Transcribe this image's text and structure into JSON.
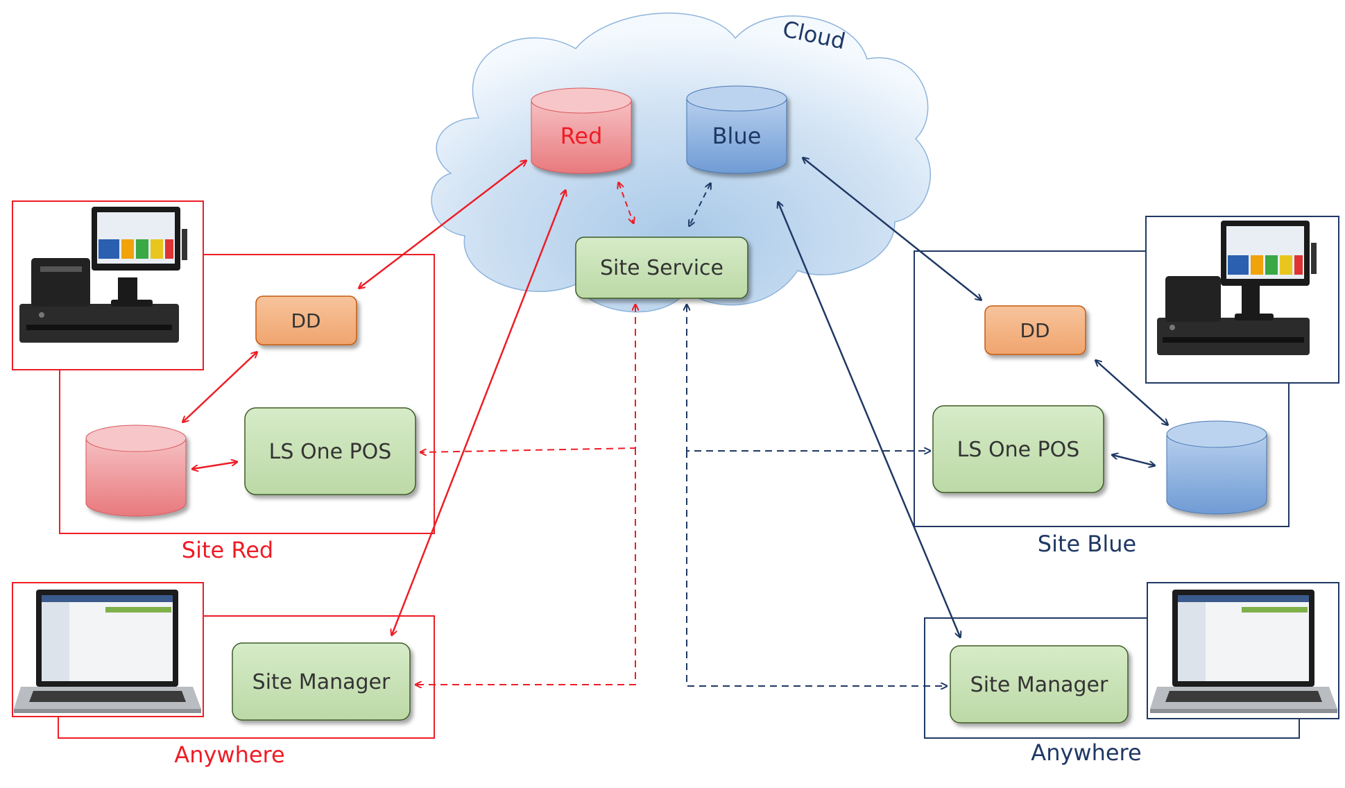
{
  "cloud": {
    "label": "Cloud"
  },
  "databases": {
    "red": "Red",
    "blue": "Blue"
  },
  "site_service": "Site Service",
  "site_red": {
    "title": "Site Red",
    "dd": "DD",
    "pos": "LS One POS"
  },
  "site_blue": {
    "title": "Site Blue",
    "dd": "DD",
    "pos": "LS One POS"
  },
  "anywhere_red": {
    "title": "Anywhere",
    "manager": "Site Manager"
  },
  "anywhere_blue": {
    "title": "Anywhere",
    "manager": "Site Manager"
  },
  "colors": {
    "red": "#ee1c25",
    "navy": "#1f3864",
    "box_green": "#c6e0b4",
    "box_green_border": "#3c5b25",
    "dd_orange": "#f4b183",
    "dd_border": "#c55a11",
    "cyl_red": "#f4a6a8",
    "cyl_blue": "#8db3e2"
  }
}
